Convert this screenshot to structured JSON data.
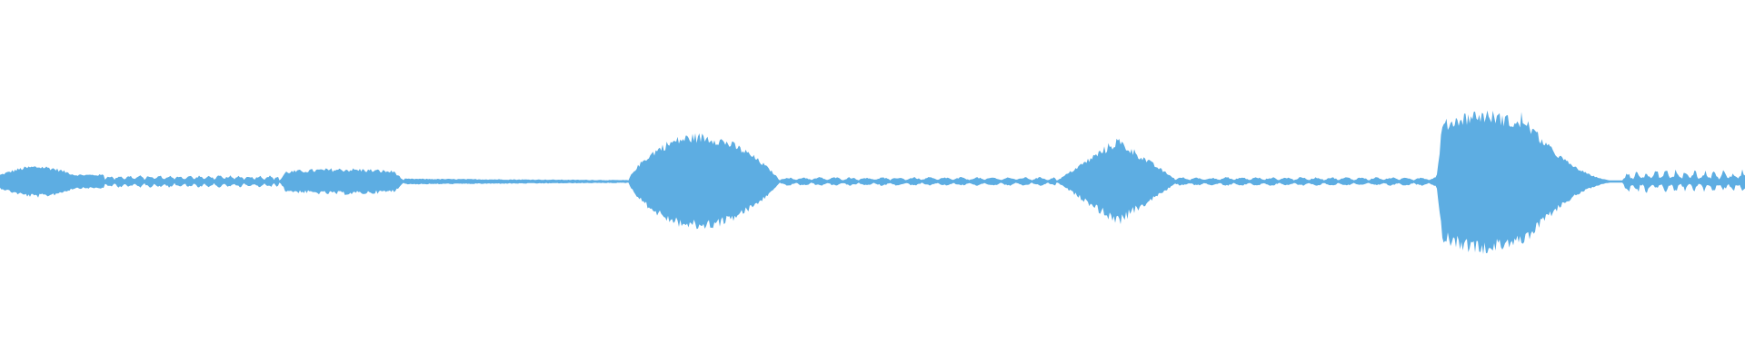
{
  "waveform": {
    "color": "#5DADE2",
    "background": "#ffffff",
    "channels": 1,
    "segments": [
      {
        "start": 0.0,
        "end": 0.06,
        "shape": "bulge",
        "peak": 0.09,
        "noise": 0.25
      },
      {
        "start": 0.06,
        "end": 0.16,
        "shape": "ticks",
        "peak": 0.035,
        "noise": 0.35
      },
      {
        "start": 0.16,
        "end": 0.232,
        "shape": "block",
        "peak": 0.075,
        "noise": 0.3
      },
      {
        "start": 0.232,
        "end": 0.36,
        "shape": "fade",
        "peak": 0.028,
        "noise": 0.3
      },
      {
        "start": 0.36,
        "end": 0.447,
        "shape": "blob",
        "peak": 0.27,
        "noise": 0.22
      },
      {
        "start": 0.447,
        "end": 0.605,
        "shape": "ticks",
        "peak": 0.025,
        "noise": 0.35
      },
      {
        "start": 0.605,
        "end": 0.673,
        "shape": "diamond",
        "peak": 0.25,
        "noise": 0.25
      },
      {
        "start": 0.673,
        "end": 0.823,
        "shape": "ticks",
        "peak": 0.025,
        "noise": 0.35
      },
      {
        "start": 0.823,
        "end": 0.93,
        "shape": "burst",
        "peak": 0.4,
        "noise": 0.2
      },
      {
        "start": 0.93,
        "end": 1.0,
        "shape": "spiky",
        "peak": 0.07,
        "noise": 0.55
      }
    ]
  }
}
